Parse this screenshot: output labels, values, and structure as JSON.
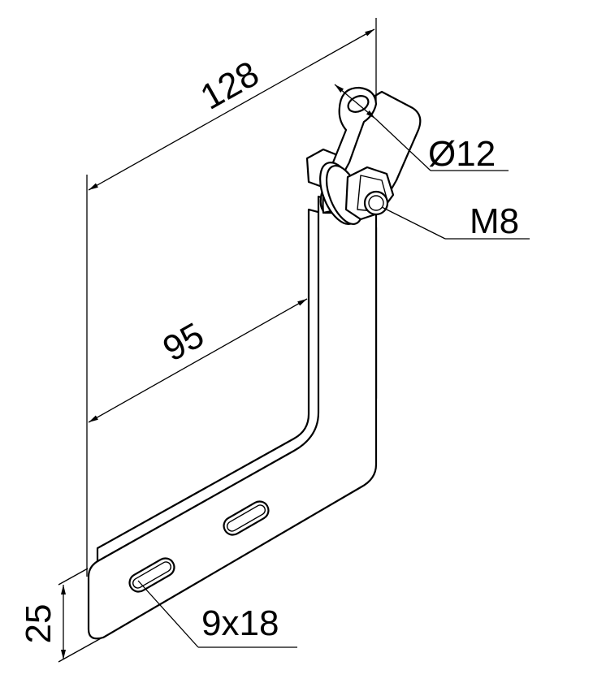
{
  "dimensions": {
    "overall_length": "128",
    "inner_length": "95",
    "width": "25",
    "slot_size": "9x18",
    "hole_diameter": "Ø12",
    "thread_size": "M8"
  },
  "colors": {
    "line": "#000000",
    "background": "#ffffff"
  }
}
